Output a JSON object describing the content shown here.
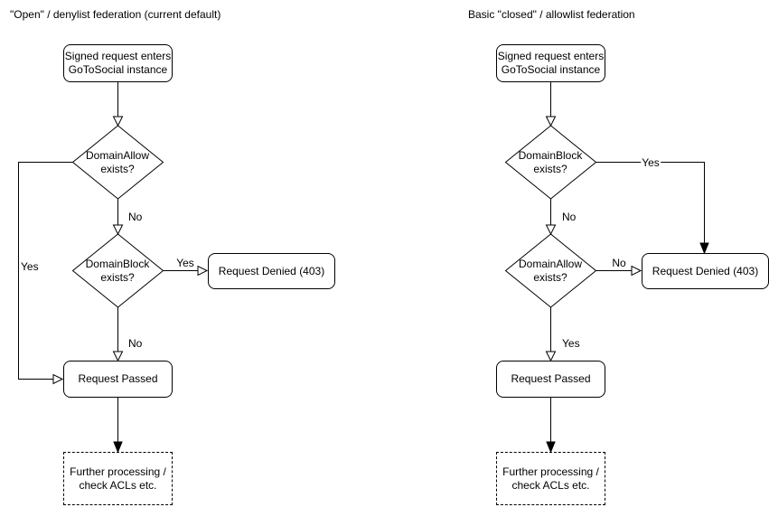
{
  "left": {
    "title": "\"Open\" / denylist federation (current default)",
    "start": {
      "line1": "Signed request enters",
      "line2": "GoToSocial instance"
    },
    "decision1": {
      "line1": "DomainAllow",
      "line2": "exists?"
    },
    "decision1_no_label": "No",
    "decision1_yes_label": "Yes",
    "decision2": {
      "line1": "DomainBlock",
      "line2": "exists?"
    },
    "decision2_yes_label": "Yes",
    "decision2_no_label": "No",
    "denied": "Request Denied (403)",
    "passed": "Request Passed",
    "further": {
      "line1": "Further processing /",
      "line2": "check ACLs etc."
    }
  },
  "right": {
    "title": "Basic \"closed\" / allowlist federation",
    "start": {
      "line1": "Signed request enters",
      "line2": "GoToSocial instance"
    },
    "decision1": {
      "line1": "DomainBlock",
      "line2": "exists?"
    },
    "decision1_yes_label": "Yes",
    "decision1_no_label": "No",
    "decision2": {
      "line1": "DomainAllow",
      "line2": "exists?"
    },
    "decision2_no_label": "No",
    "decision2_yes_label": "Yes",
    "denied": "Request Denied (403)",
    "passed": "Request Passed",
    "further": {
      "line1": "Further processing /",
      "line2": "check ACLs etc."
    }
  },
  "colors": {
    "stroke": "#000000",
    "text": "#000000",
    "background": "#ffffff"
  }
}
